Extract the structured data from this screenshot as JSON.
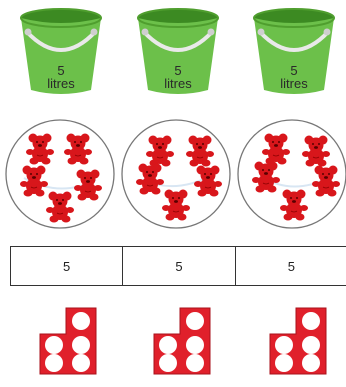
{
  "colors": {
    "bucket_green": "#6cc04a",
    "bucket_dark": "#3c8a22",
    "teddy_red": "#d8161b",
    "numicon_red": "#e0202b"
  },
  "buckets": [
    {
      "num": "5",
      "unit": "litres"
    },
    {
      "num": "5",
      "unit": "litres"
    },
    {
      "num": "5",
      "unit": "litres"
    }
  ],
  "plates": [
    {
      "count": 5
    },
    {
      "count": 5
    },
    {
      "count": 5
    }
  ],
  "strip": {
    "cells": [
      "5",
      "5",
      "5"
    ]
  },
  "numicons": [
    {
      "value": 5
    },
    {
      "value": 5
    },
    {
      "value": 5
    }
  ]
}
